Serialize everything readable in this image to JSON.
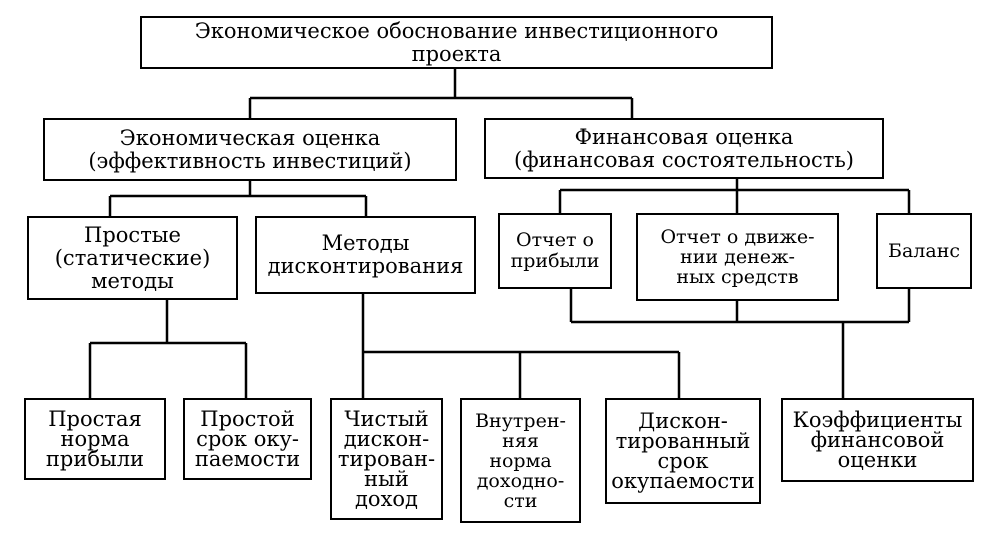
{
  "root": {
    "lines": [
      "Экономическое обоснование инвестиционного",
      "проекта"
    ]
  },
  "economic": {
    "lines": [
      "Экономическая оценка",
      "(эффективность инвестиций)"
    ]
  },
  "financial": {
    "lines": [
      "Финансовая оценка",
      "(финансовая состоятельность)"
    ]
  },
  "simple_methods": {
    "lines": [
      "Простые",
      "(статические)",
      "методы"
    ]
  },
  "discount_methods": {
    "lines": [
      "Методы",
      "дисконтирования"
    ]
  },
  "profit_report": {
    "lines": [
      "Отчет о",
      "прибыли"
    ]
  },
  "cashflow_report": {
    "lines": [
      "Отчет о движе-",
      "нии денеж-",
      "ных средств"
    ]
  },
  "balance": {
    "lines": [
      "Баланс"
    ]
  },
  "simple_rate": {
    "lines": [
      "Простая",
      "норма",
      "прибыли"
    ]
  },
  "simple_payback": {
    "lines": [
      "Простой",
      "срок оку-",
      "паемости"
    ]
  },
  "npv": {
    "lines": [
      "Чистый",
      "дискон-",
      "тирован-",
      "ный",
      "доход"
    ]
  },
  "irr": {
    "lines": [
      "Внутрен-",
      "няя",
      "норма",
      "доходно-",
      "сти"
    ]
  },
  "discounted_payback": {
    "lines": [
      "Дискон-",
      "тированный",
      "срок",
      "окупаемости"
    ]
  },
  "fin_ratios": {
    "lines": [
      "Коэффициенты",
      "финансовой",
      "оценки"
    ]
  }
}
